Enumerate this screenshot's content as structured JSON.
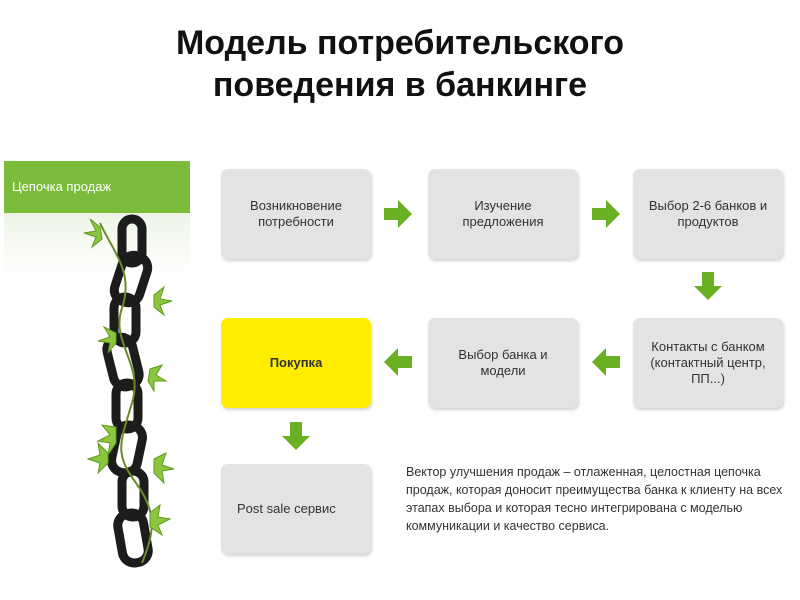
{
  "title": {
    "line1": "Модель потребительского",
    "line2": "поведения в банкинге"
  },
  "side_panel": {
    "header": "Цепочка продаж"
  },
  "steps": [
    {
      "label": "Возникновение потребности"
    },
    {
      "label": "Изучение предложения"
    },
    {
      "label": "Выбор 2-6 банков и продуктов"
    },
    {
      "label": "Контакты с банком (контактный центр, ПП...)"
    },
    {
      "label": "Выбор банка и модели"
    },
    {
      "label": "Покупка"
    },
    {
      "label": "Post sale сервис"
    }
  ],
  "note": "Вектор улучшения продаж – отлаженная, целостная цепочка продаж, которая доносит преимущества банка к клиенту на всех этапах выбора и которая тесно интегрирована с моделью коммуникации и качество сервиса.",
  "colors": {
    "accent_green": "#6ab023",
    "header_green": "#7bbd3a",
    "box_gray": "#e3e3e3",
    "highlight_yellow": "#ffee00"
  }
}
